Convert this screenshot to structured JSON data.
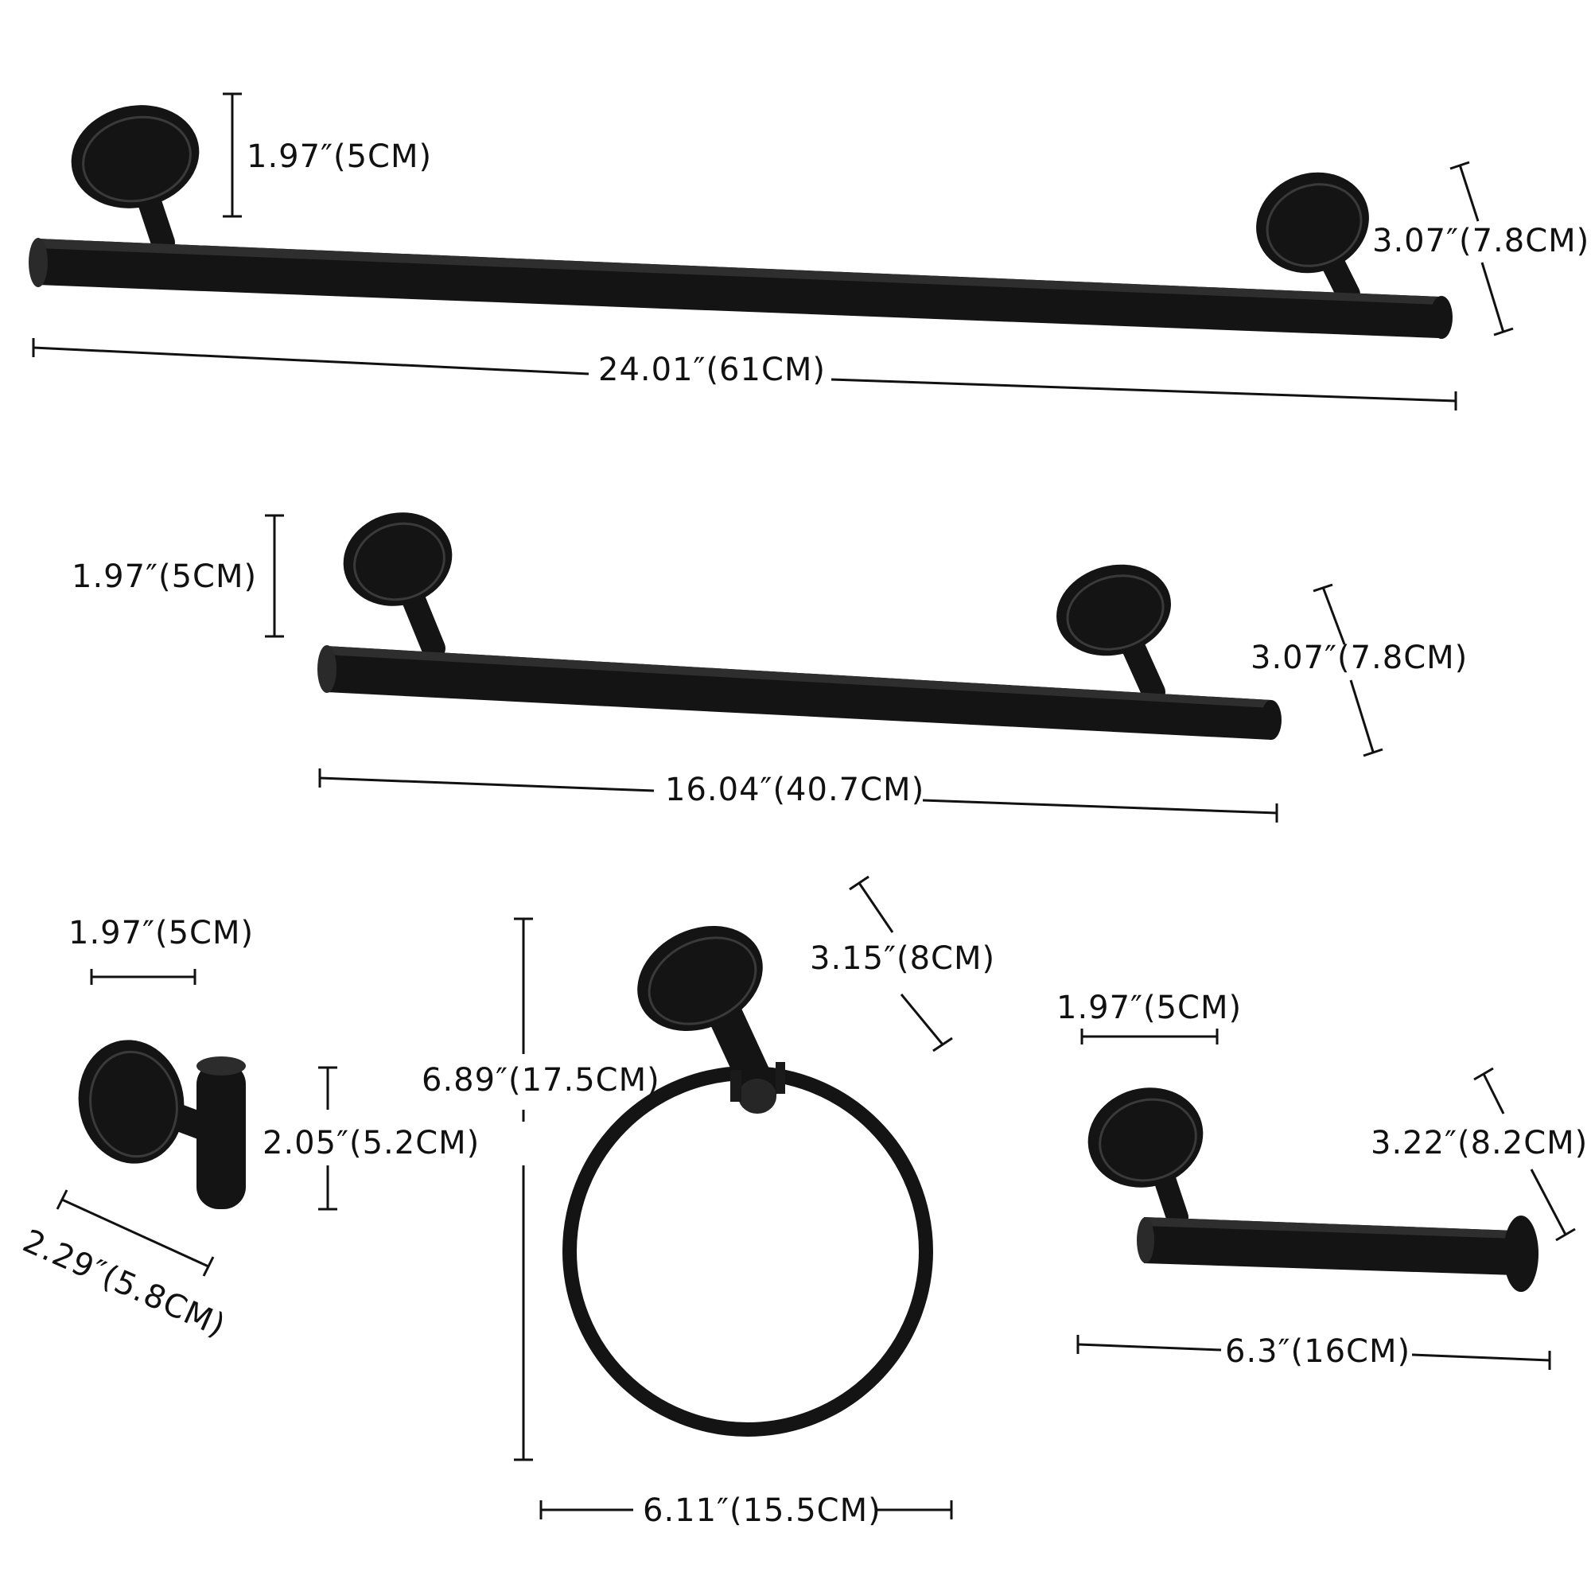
{
  "accent_color": "#141414",
  "background_color": "#ffffff",
  "products": [
    {
      "name": "towel-bar-24",
      "dimensions": {
        "length": "24.01″(61CM)",
        "base_diameter": "1.97″(5CM)",
        "projection": "3.07″(7.8CM)"
      }
    },
    {
      "name": "towel-bar-16",
      "dimensions": {
        "length": "16.04″(40.7CM)",
        "base_diameter": "1.97″(5CM)",
        "projection": "3.07″(7.8CM)"
      }
    },
    {
      "name": "robe-hook",
      "dimensions": {
        "base_diameter": "1.97″(5CM)",
        "height": "2.05″(5.2CM)",
        "projection": "2.29″(5.8CM)"
      }
    },
    {
      "name": "towel-ring",
      "dimensions": {
        "height": "6.89″(17.5CM)",
        "projection": "3.15″(8CM)",
        "width": "6.11″(15.5CM)"
      }
    },
    {
      "name": "toilet-paper-holder",
      "dimensions": {
        "base_diameter": "1.97″(5CM)",
        "projection": "3.22″(8.2CM)",
        "length": "6.3″(16CM)"
      }
    }
  ]
}
